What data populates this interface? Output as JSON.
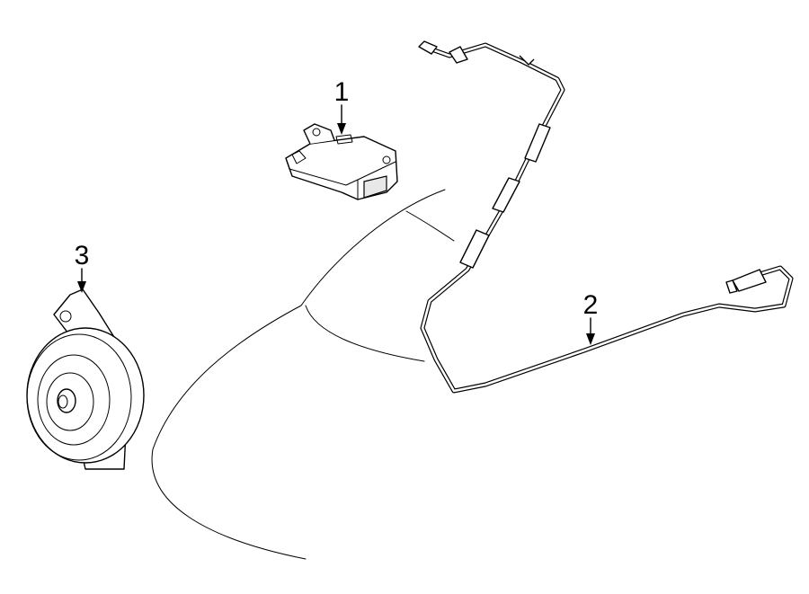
{
  "callouts": [
    {
      "id": "1",
      "label": "1",
      "part": "module"
    },
    {
      "id": "2",
      "label": "2",
      "part": "antenna-cable"
    },
    {
      "id": "3",
      "label": "3",
      "part": "horn"
    }
  ]
}
